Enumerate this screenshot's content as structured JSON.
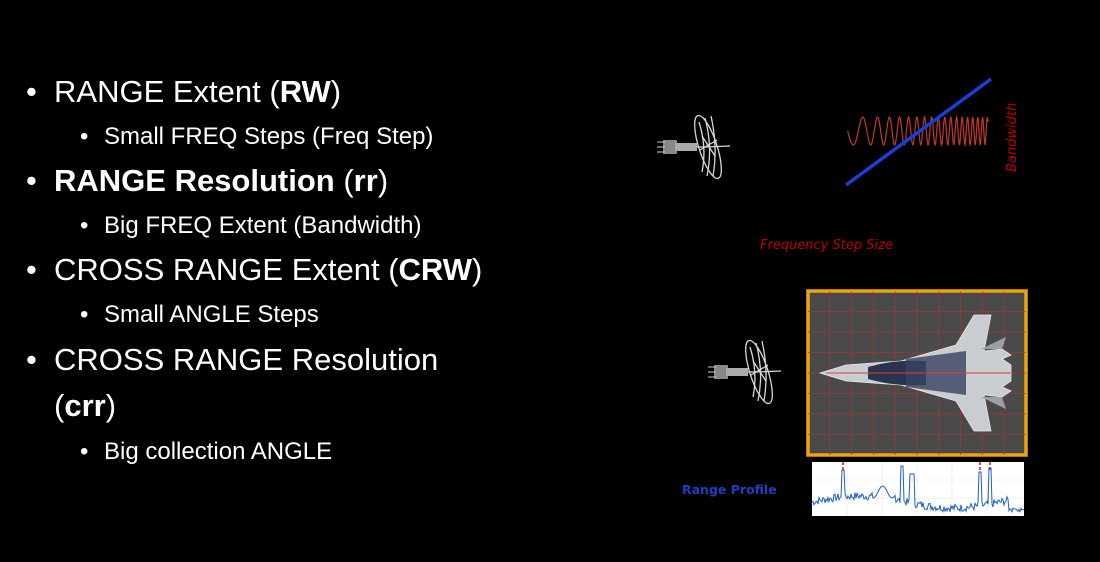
{
  "bullets": [
    {
      "level": 1,
      "plain": "RANGE Extent (",
      "bold": "RW",
      "close": ")"
    },
    {
      "level": 2,
      "text": "Small FREQ Steps (Freq Step)"
    },
    {
      "level": 1,
      "boldlead": "RANGE Resolution",
      "plain": " (",
      "bold": "rr",
      "close": ")"
    },
    {
      "level": 2,
      "text": "Big FREQ Extent (Bandwidth)"
    },
    {
      "level": 1,
      "plain": "CROSS RANGE Extent (",
      "bold": "CRW",
      "close": ")"
    },
    {
      "level": 2,
      "text": "Small ANGLE Steps"
    },
    {
      "level": 1,
      "plain": "CROSS RANGE Resolution",
      "line2_open": "(",
      "bold": "crr",
      "close": ")"
    },
    {
      "level": 2,
      "text": "Big collection ANGLE"
    }
  ],
  "diagram": {
    "bandwidth_label": "Bandwidth",
    "freq_step_label": "Frequency Step Size",
    "range_profile_label": "Range Profile"
  },
  "colors": {
    "background": "#000000",
    "text": "#ffffff",
    "label_red": "#c00000",
    "line_blue": "#1a3fd6",
    "range_profile_blue": "#1f3fbf",
    "frame_orange": "#f0a30a"
  }
}
